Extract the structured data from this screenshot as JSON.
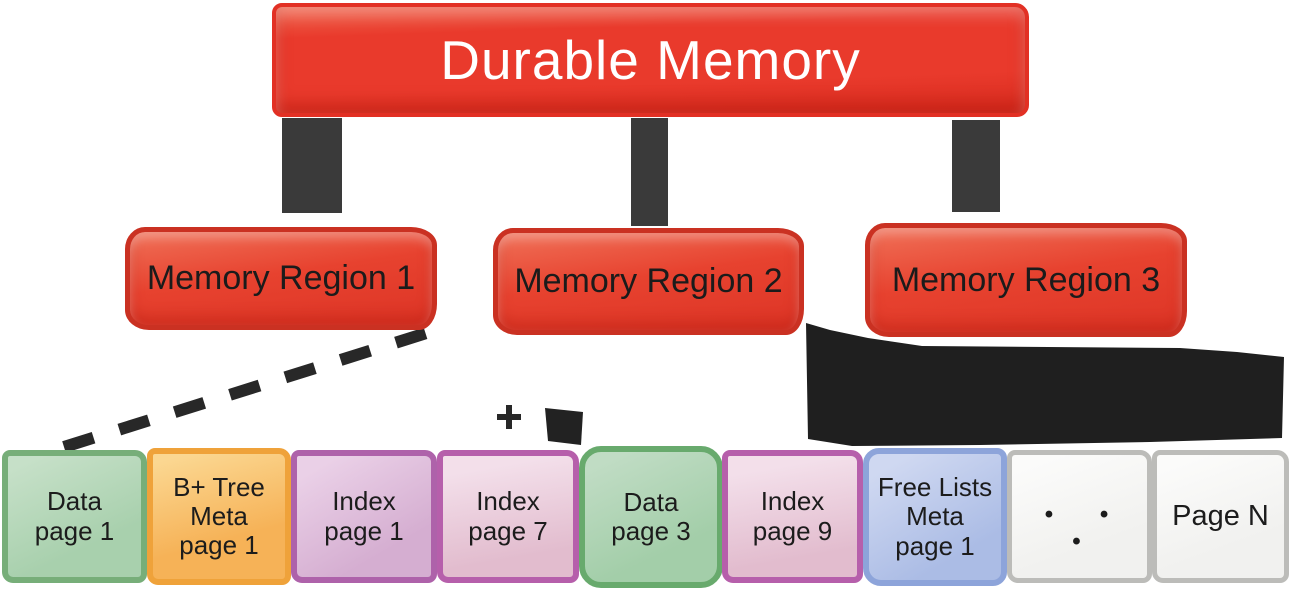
{
  "title": {
    "label": "Durable Memory"
  },
  "regions": [
    {
      "label": "Memory Region 1"
    },
    {
      "label": "Memory Region 2"
    },
    {
      "label": "Memory Region 3"
    }
  ],
  "pages": [
    {
      "label": "Data\npage 1",
      "type": "data"
    },
    {
      "label": "B+ Tree\nMeta\npage 1",
      "type": "btree-meta"
    },
    {
      "label": "Index\npage 1",
      "type": "index"
    },
    {
      "label": "Index\npage 7",
      "type": "index"
    },
    {
      "label": "Data\npage 3",
      "type": "data"
    },
    {
      "label": "Index\npage 9",
      "type": "index"
    },
    {
      "label": "Free Lists\nMeta\npage 1",
      "type": "freelist-meta"
    },
    {
      "label": "• • •",
      "type": "ellipsis"
    },
    {
      "label": "Page N",
      "type": "generic"
    }
  ],
  "colors": {
    "background": "#ffffff",
    "banner_red": "#e93a2c",
    "banner_red_dark": "#d82c1f",
    "banner_red_light": "#f0674f",
    "banner_border": "#e23024",
    "banner_text": "#ffffff",
    "region_red": "#e7422f",
    "region_red_light": "#f07158",
    "region_red_dark": "#dd3526",
    "region_border": "#ca3122",
    "region_text": "#1b1b1b",
    "connector_dark": "#3a3a3a",
    "ink_dark": "#222222",
    "page_text": "#1c1c1c",
    "green_fill": "#a8d0ad",
    "green_fill_light": "#c6e0c8",
    "green_border": "#77ae79",
    "green2_fill": "#a3cea9",
    "green2_fill_light": "#c0dcc4",
    "green2_border": "#68aa6d",
    "orange_fill": "#f6b257",
    "orange_fill_light": "#fbd791",
    "orange_border": "#efa23a",
    "purple_fill": "#d5aed1",
    "purple_fill_light": "#ead0e7",
    "purple_border": "#ae62aa",
    "pink_fill": "#e2bcce",
    "pink_fill_light": "#f3dfea",
    "pink_border": "#b65fab",
    "blue_fill": "#abbce5",
    "blue_fill_light": "#cfd8f1",
    "blue_border": "#8da4da",
    "gray_fill": "#f1f1ef",
    "gray_fill_light": "#fbfbfa",
    "gray_border": "#bcbcb9"
  }
}
